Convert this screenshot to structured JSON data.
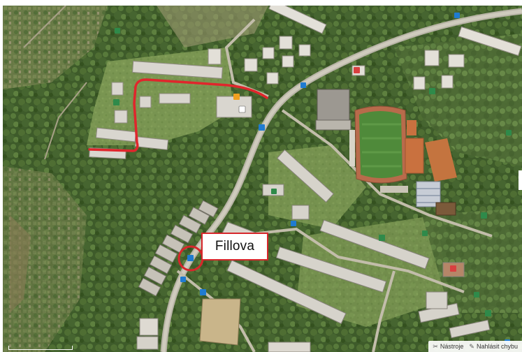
{
  "map": {
    "type": "aerial",
    "place_label": "Fillova",
    "colors": {
      "route": "#e0262c",
      "marker": "#d7262b",
      "callout_border": "#d7262b",
      "callout_bg": "#ffffff",
      "poi_blue": "#1f7bd0"
    }
  },
  "footer": {
    "tools_label": "Nástroje",
    "tools_icon": "scissors-icon",
    "report_label": "Nahlásit chybu",
    "report_icon": "pencil-icon"
  },
  "poi_icons": [
    "bus-stop-icon",
    "parking-icon",
    "school-icon",
    "shop-icon",
    "sport-icon"
  ]
}
